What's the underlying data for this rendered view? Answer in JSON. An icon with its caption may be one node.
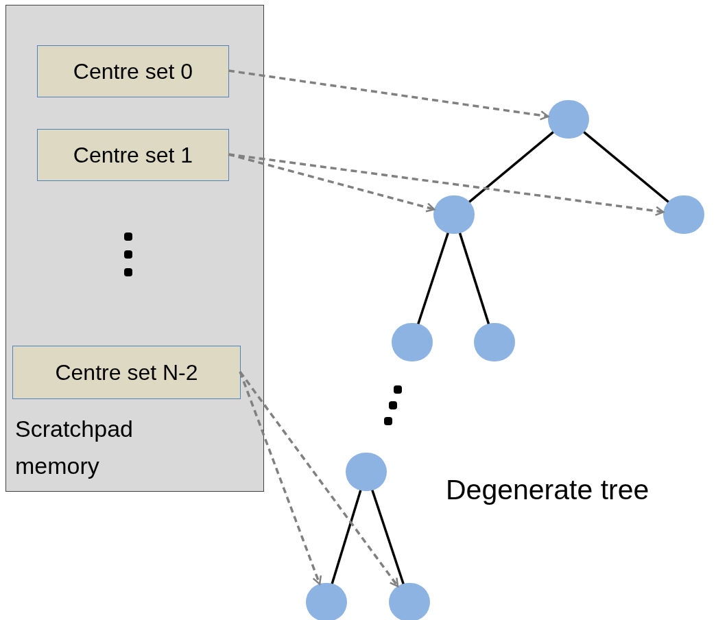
{
  "diagram": {
    "nodes": [
      {
        "text": [
          "Scratchpad memory"
        ]
      },
      {
        "text": [
          "Centre set 0"
        ],
        "in": 0
      },
      {
        "text": [
          "Centre set 1"
        ],
        "in": 0
      },
      {
        "text": [
          "Centre set N-2"
        ],
        "in": 0
      },
      {
        "text": [],
        "shape": "circle"
      },
      {
        "text": [],
        "shape": "circle"
      },
      {
        "text": [],
        "shape": "circle"
      },
      {
        "text": [],
        "shape": "circle"
      },
      {
        "text": [],
        "shape": "circle"
      },
      {
        "text": [],
        "shape": "circle"
      },
      {
        "text": [],
        "shape": "circle"
      },
      {
        "text": [],
        "shape": "circle"
      }
    ],
    "edges": [
      {
        "from": 4,
        "to": 5,
        "arrow": "none"
      },
      {
        "from": 4,
        "to": 6,
        "arrow": "none"
      },
      {
        "from": 5,
        "to": 7,
        "arrow": "none"
      },
      {
        "from": 5,
        "to": 8,
        "arrow": "none"
      },
      {
        "from": 9,
        "to": 10,
        "arrow": "none"
      },
      {
        "from": 9,
        "to": 11,
        "arrow": "none"
      },
      {
        "from": 1,
        "to": 4,
        "arrow": "to",
        "style": "dashed",
        "color": "#808080"
      },
      {
        "from": 2,
        "to": 5,
        "arrow": "to",
        "style": "dashed",
        "color": "#808080"
      },
      {
        "from": 2,
        "to": 6,
        "arrow": "to",
        "style": "dashed",
        "color": "#808080"
      },
      {
        "from": 3,
        "to": 10,
        "arrow": "to",
        "style": "dashed",
        "color": "#808080"
      },
      {
        "from": 3,
        "to": 11,
        "arrow": "to",
        "style": "dashed",
        "color": "#808080"
      }
    ],
    "labels": [
      "Degenerate tree"
    ]
  }
}
